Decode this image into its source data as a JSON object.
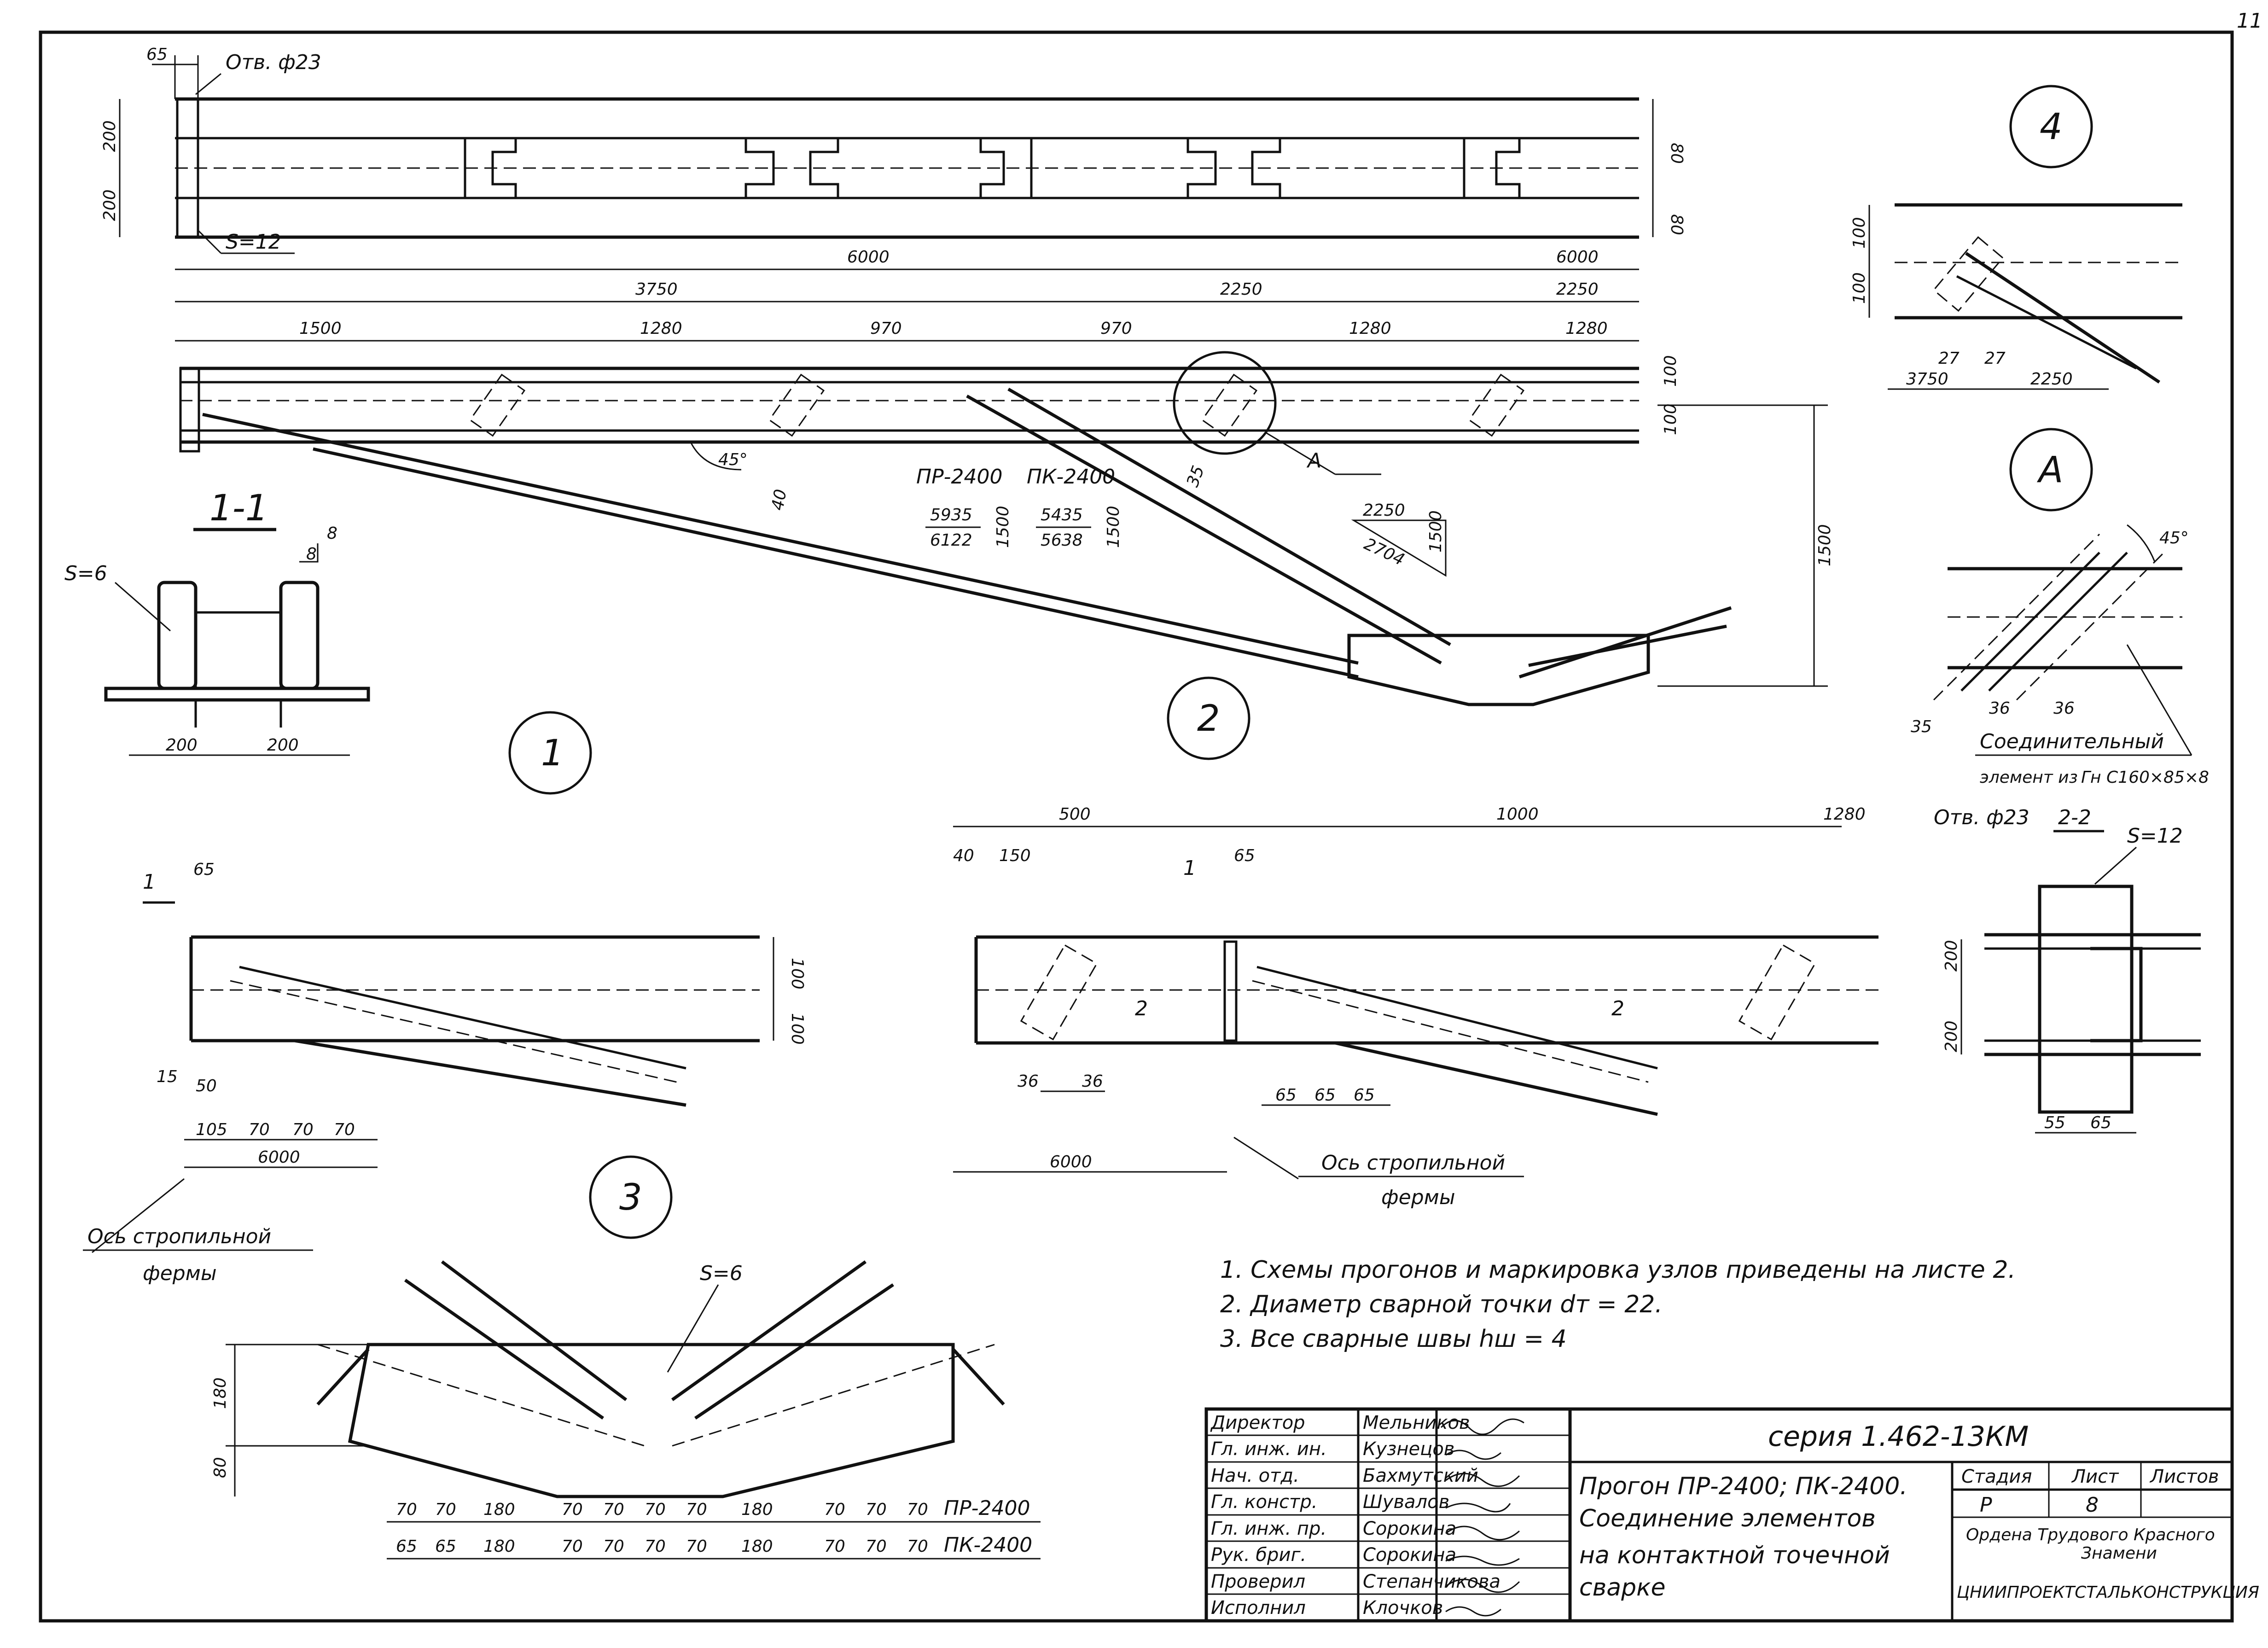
{
  "sheet_number": "11",
  "top_view": {
    "hole_label": "Отв. ф23",
    "plate_label": "S=12",
    "dims_top": [
      "65"
    ],
    "dims_left": [
      "200",
      "200"
    ],
    "dims_right": [
      "80",
      "80"
    ],
    "dim_total_left": "6000",
    "dim_total_right": "6000"
  },
  "elevation": {
    "dims_main": [
      "3750",
      "2250",
      "2250"
    ],
    "dims_segments": [
      "1500",
      "1280",
      "970",
      "970",
      "1280",
      "1280"
    ],
    "dims_right": [
      "100",
      "100"
    ],
    "height_dim": "1500",
    "angle_label": "45°",
    "web_dim_1": "40",
    "web_dim_2": "35",
    "detail_callout": "А",
    "table_pr": "ПР-2400",
    "table_pk": "ПК-2400",
    "pr_top": "5935",
    "pr_bottom": "6122",
    "pr_side": "1500",
    "pk_top": "5435",
    "pk_bottom": "5638",
    "pk_side": "1500",
    "slope_top": "2250",
    "slope_diag": "2704",
    "slope_side": "1500"
  },
  "node_labels": [
    "1",
    "2",
    "3",
    "4",
    "А"
  ],
  "section_1_1": {
    "title": "1-1",
    "plate": "S=6",
    "weld_top": "8",
    "weld_side": "8",
    "dims": [
      "200",
      "200"
    ]
  },
  "node1": {
    "section_mark": "1",
    "dims_top": [
      "65"
    ],
    "dims_right": [
      "100",
      "100"
    ],
    "dims_left": [
      "15",
      "50"
    ],
    "dims_bottom": [
      "105",
      "70",
      "70",
      "70"
    ],
    "dim_axis": "6000",
    "axis_label_1": "Ось стропильной",
    "axis_label_2": "фермы"
  },
  "node2": {
    "dims_top": [
      "500",
      "1000",
      "1280"
    ],
    "dims_sub": [
      "40",
      "150",
      "65"
    ],
    "dims_bottom_left": [
      "36",
      "36"
    ],
    "dims_bottom_mid": [
      "65",
      "65",
      "65"
    ],
    "dim_axis": "6000",
    "section_mark": "1",
    "cut_mark": "2",
    "axis_label_1": "Ось стропильной",
    "axis_label_2": "фермы"
  },
  "node3": {
    "plate": "S=6",
    "dims_left": [
      "180",
      "80"
    ],
    "row1": [
      "70",
      "70",
      "180",
      "70",
      "70",
      "70",
      "70",
      "180",
      "70",
      "70",
      "70"
    ],
    "row2": [
      "65",
      "65",
      "180",
      "70",
      "70",
      "70",
      "70",
      "180",
      "70",
      "70",
      "70"
    ],
    "row1_label": "ПР-2400",
    "row2_label": "ПК-2400"
  },
  "node4": {
    "dims_left": [
      "100",
      "100"
    ],
    "dims_small": [
      "27",
      "27"
    ],
    "dims_bottom": [
      "3750",
      "2250"
    ]
  },
  "detail_a": {
    "angle": "45°",
    "dims": [
      "35",
      "36",
      "36"
    ],
    "label_1": "Соединительный",
    "label_2": "элемент из",
    "label_3": "Гн  С160×85×8"
  },
  "section_2_2": {
    "title": "2-2",
    "hole_label": "Отв. ф23",
    "plate": "S=12",
    "dims_left": [
      "200",
      "200"
    ],
    "dims_bottom": [
      "55",
      "65"
    ]
  },
  "notes": [
    "1.  Схемы   прогонов  и  маркировка  узлов  приведены на листе 2.",
    "2.  Диаметр  сварной  точки  dт = 22.",
    "3.  Все  сварные  швы  hш = 4"
  ],
  "title_block": {
    "series": "серия  1.462-13КМ",
    "title_1": "Прогон  ПР-2400;  ПК-2400.",
    "title_2": "Соединение   элементов",
    "title_3": "на  контактной  точечной",
    "title_4": "сварке",
    "stage_label": "Стадия",
    "sheet_label": "Лист",
    "sheets_label": "Листов",
    "stage": "Р",
    "sheet": "8",
    "org_1": "Ордена  Трудового  Красного",
    "org_2": "Знамени",
    "org_3": "ЦНИИПРОЕКТСТАЛЬКОНСТРУКЦИЯ",
    "staff": [
      {
        "role": "Директор",
        "name": "Мельников"
      },
      {
        "role": "Гл. инж. ин.",
        "name": "Кузнецов"
      },
      {
        "role": "Нач. отд.",
        "name": "Бахмутский"
      },
      {
        "role": "Гл. констр.",
        "name": "Шувалов"
      },
      {
        "role": "Гл. инж. пр.",
        "name": "Сорокина"
      },
      {
        "role": "Рук. бриг.",
        "name": "Сорокина"
      },
      {
        "role": "Проверил",
        "name": "Степанчикова"
      },
      {
        "role": "Исполнил",
        "name": "Клочков"
      }
    ]
  }
}
